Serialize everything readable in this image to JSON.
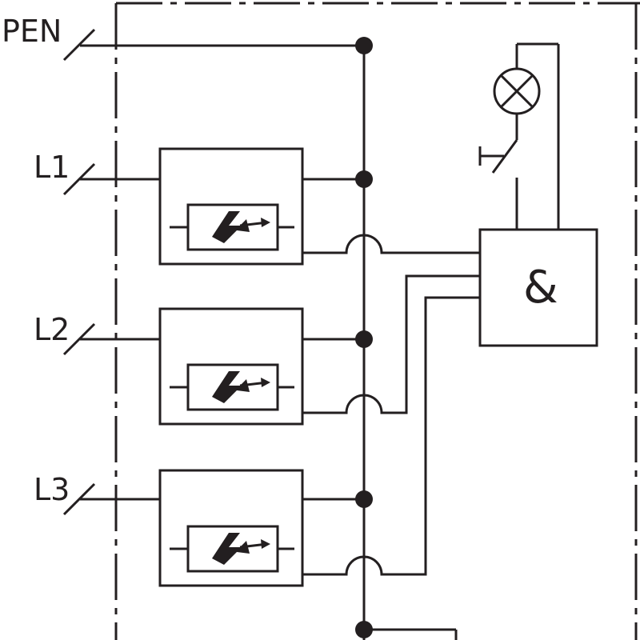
{
  "diagram": {
    "terminals": {
      "pen": "PEN",
      "l1": "L1",
      "l2": "L2",
      "l3": "L3"
    },
    "logic_gate": {
      "symbol": "&"
    },
    "colors": {
      "line": "#231f20",
      "background": "#ffffff"
    },
    "icons": {
      "indicator_lamp": "lamp-icon",
      "pushbutton": "pushbutton-icon",
      "surge_arrester": "arrester-icon"
    }
  }
}
